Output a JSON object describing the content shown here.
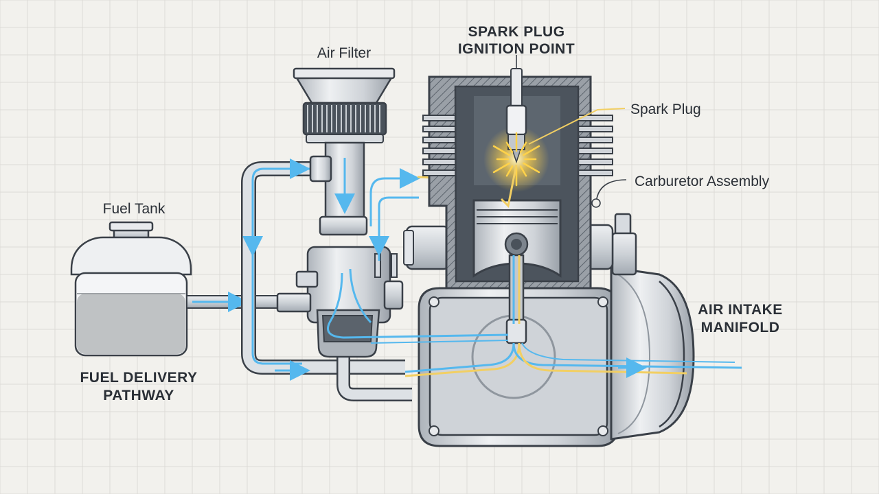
{
  "labels": {
    "spark_plug_ignition_line1": "SPARK PLUG",
    "spark_plug_ignition_line2": "IGNITION POINT",
    "air_filter": "Air Filter",
    "spark_plug": "Spark Plug",
    "carburetor_assembly": "Carburetor Assembly",
    "fuel_tank": "Fuel Tank",
    "air_intake_line1": "AIR INTAKE",
    "air_intake_line2": "MANIFOLD",
    "fuel_delivery_line1": "FUEL DELIVERY",
    "fuel_delivery_line2": "PATHWAY"
  },
  "colors": {
    "background": "#f2f1ed",
    "grid": "#dcdbd6",
    "metal_light": "#e3e6ea",
    "metal_mid": "#c3c8ce",
    "metal_dark": "#5b636c",
    "outline": "#3a4048",
    "air_flow": "#55b8ee",
    "fuel_flow": "#f2cf63",
    "fuel_liquid": "#bfc2c4",
    "spark_glow": "#ffd24a"
  },
  "fuel_tank_fill_fraction": 0.55
}
